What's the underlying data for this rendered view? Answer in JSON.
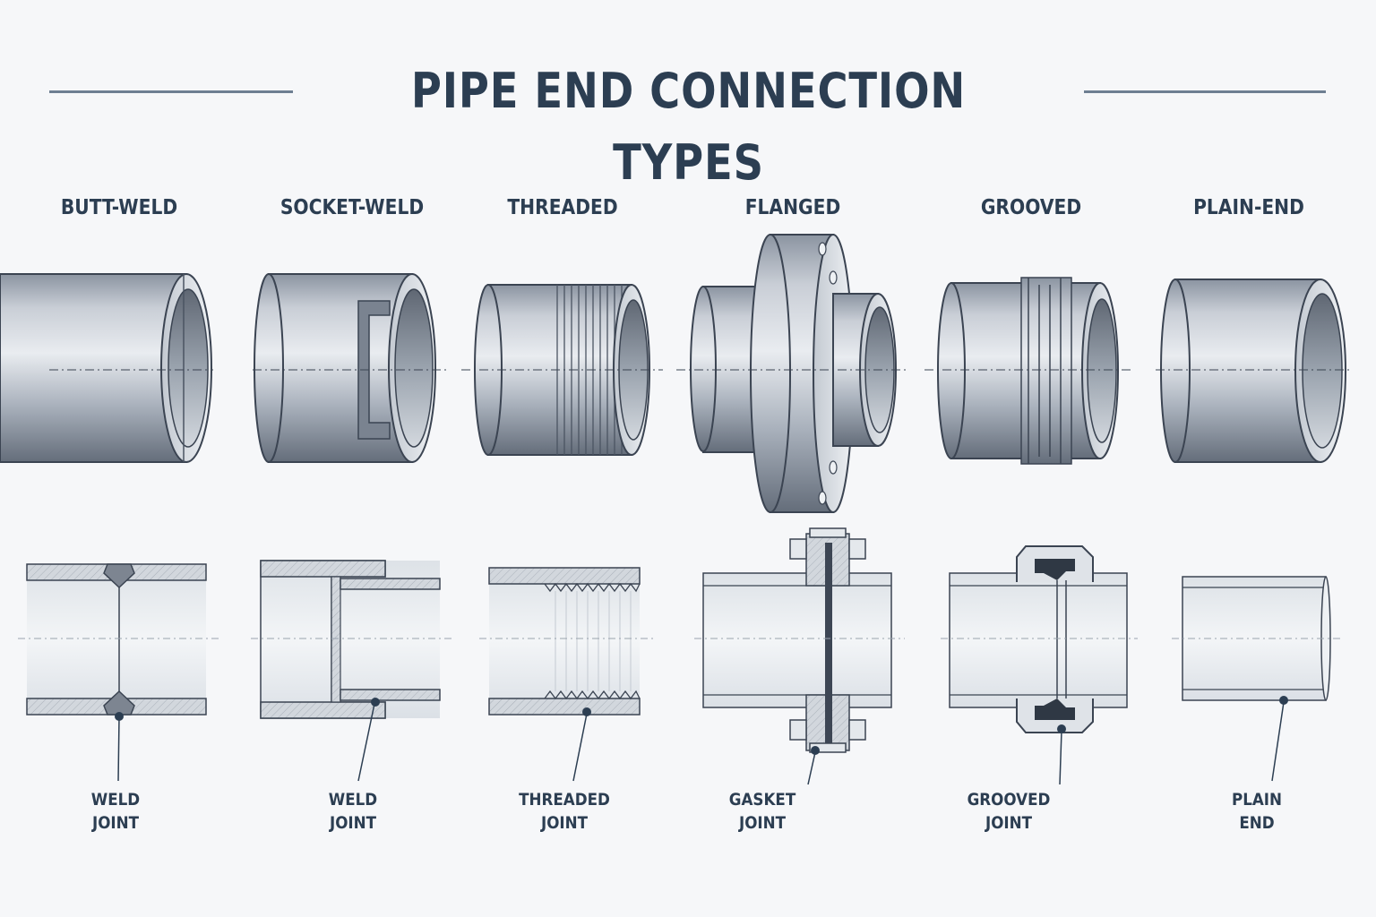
{
  "title": "PIPE END CONNECTION TYPES",
  "columns": [
    {
      "name": "BUTT-WELD",
      "joint_line1": "WELD",
      "joint_line2": "JOINT"
    },
    {
      "name": "SOCKET-WELD",
      "joint_line1": "WELD",
      "joint_line2": "JOINT"
    },
    {
      "name": "THREADED",
      "joint_line1": "THREADED",
      "joint_line2": "JOINT"
    },
    {
      "name": "FLANGED",
      "joint_line1": "GASKET",
      "joint_line2": "JOINT"
    },
    {
      "name": "GROOVED",
      "joint_line1": "GROOVED",
      "joint_line2": "JOINT"
    },
    {
      "name": "PLAIN-END",
      "joint_line1": "PLAIN",
      "joint_line2": "END"
    }
  ],
  "colors": {
    "title": "#2c3e52",
    "steel_dark": "#6f7886",
    "steel_light": "#dfe3e8",
    "section_fill": "#d2d7dd",
    "pipe_interior": "#eef1f4"
  }
}
